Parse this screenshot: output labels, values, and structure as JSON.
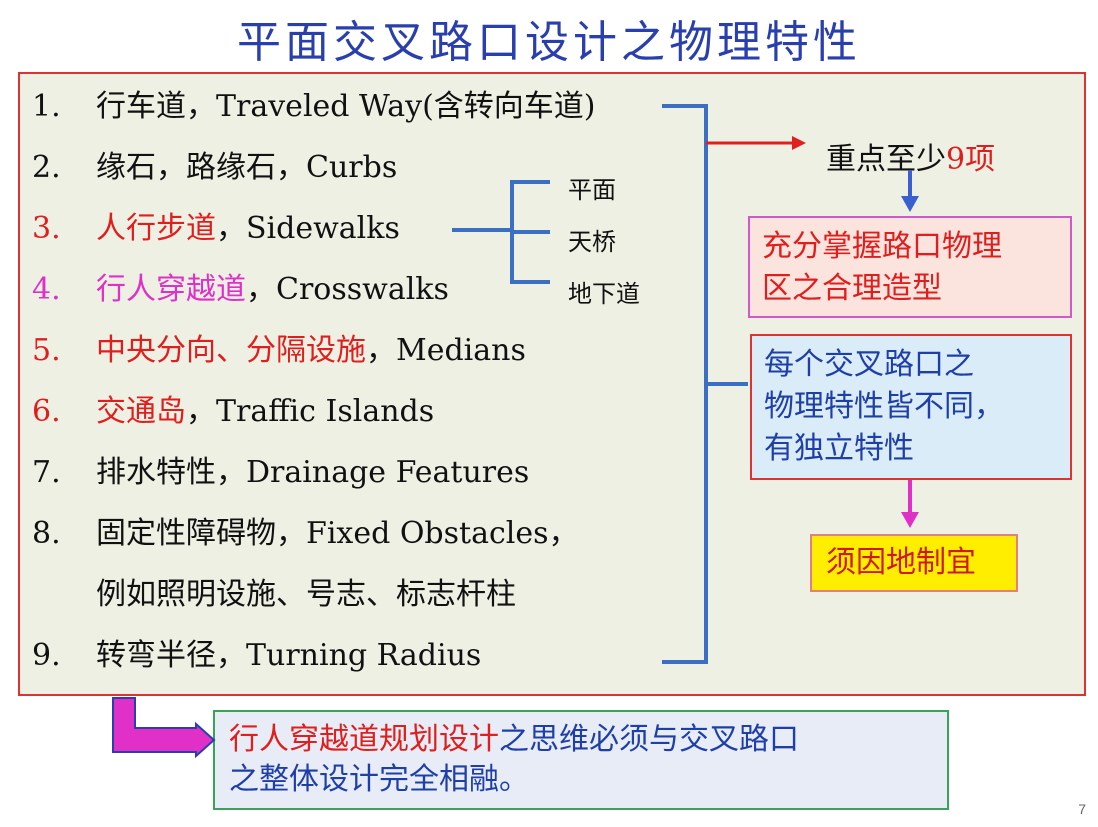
{
  "title": "平面交叉路口设计之物理特性",
  "items": [
    {
      "num": "1.",
      "zh": "行车道",
      "en": "，Traveled Way(含转向车道)",
      "color": "#111111"
    },
    {
      "num": "2.",
      "zh": "缘石，路缘石",
      "en": "，Curbs",
      "color": "#111111"
    },
    {
      "num": "3.",
      "zh": "人行步道",
      "en": "，Sidewalks",
      "color": "#e01e1e"
    },
    {
      "num": "4.",
      "zh": "行人穿越道",
      "en": "，Crosswalks",
      "color": "#e030c8"
    },
    {
      "num": "5.",
      "zh": "中央分向、分隔设施",
      "en": "，Medians",
      "color": "#e01e1e"
    },
    {
      "num": "6.",
      "zh": "交通岛",
      "en": "，Traffic Islands",
      "color": "#e01e1e"
    },
    {
      "num": "7.",
      "zh": "排水特性",
      "en": "，Drainage Features",
      "color": "#111111"
    },
    {
      "num": "8.",
      "zh": "固定性障碍物",
      "en": "，Fixed Obstacles，",
      "color": "#111111"
    },
    {
      "num": "",
      "zh": "例如照明设施、号志、标志杆柱",
      "en": "",
      "color": "#111111"
    },
    {
      "num": "9.",
      "zh": "转弯半径",
      "en": "，Turning Radius",
      "color": "#111111"
    }
  ],
  "crossing_types": {
    "level": "平面",
    "overpass": "天桥",
    "underpass": "地下道"
  },
  "key_points": {
    "prefix": "重点至少",
    "count": "9项"
  },
  "box_understand": {
    "line1": "充分掌握路口物理",
    "line2": "区之合理造型"
  },
  "box_unique": {
    "line1": "每个交叉路口之",
    "line2": "物理特性皆不同，",
    "line3": "有独立特性"
  },
  "box_local": "须因地制宜",
  "bottom_note": {
    "highlight": "行人穿越道规划设计",
    "rest1": "之思维必须与交叉路口",
    "line2": "之整体设计完全相融。"
  },
  "page_number": "7",
  "colors": {
    "title": "#2a3fae",
    "red": "#e01e1e",
    "magenta": "#e030c8",
    "blue_line": "#3a6fc4",
    "arrow_red": "#e02020"
  }
}
